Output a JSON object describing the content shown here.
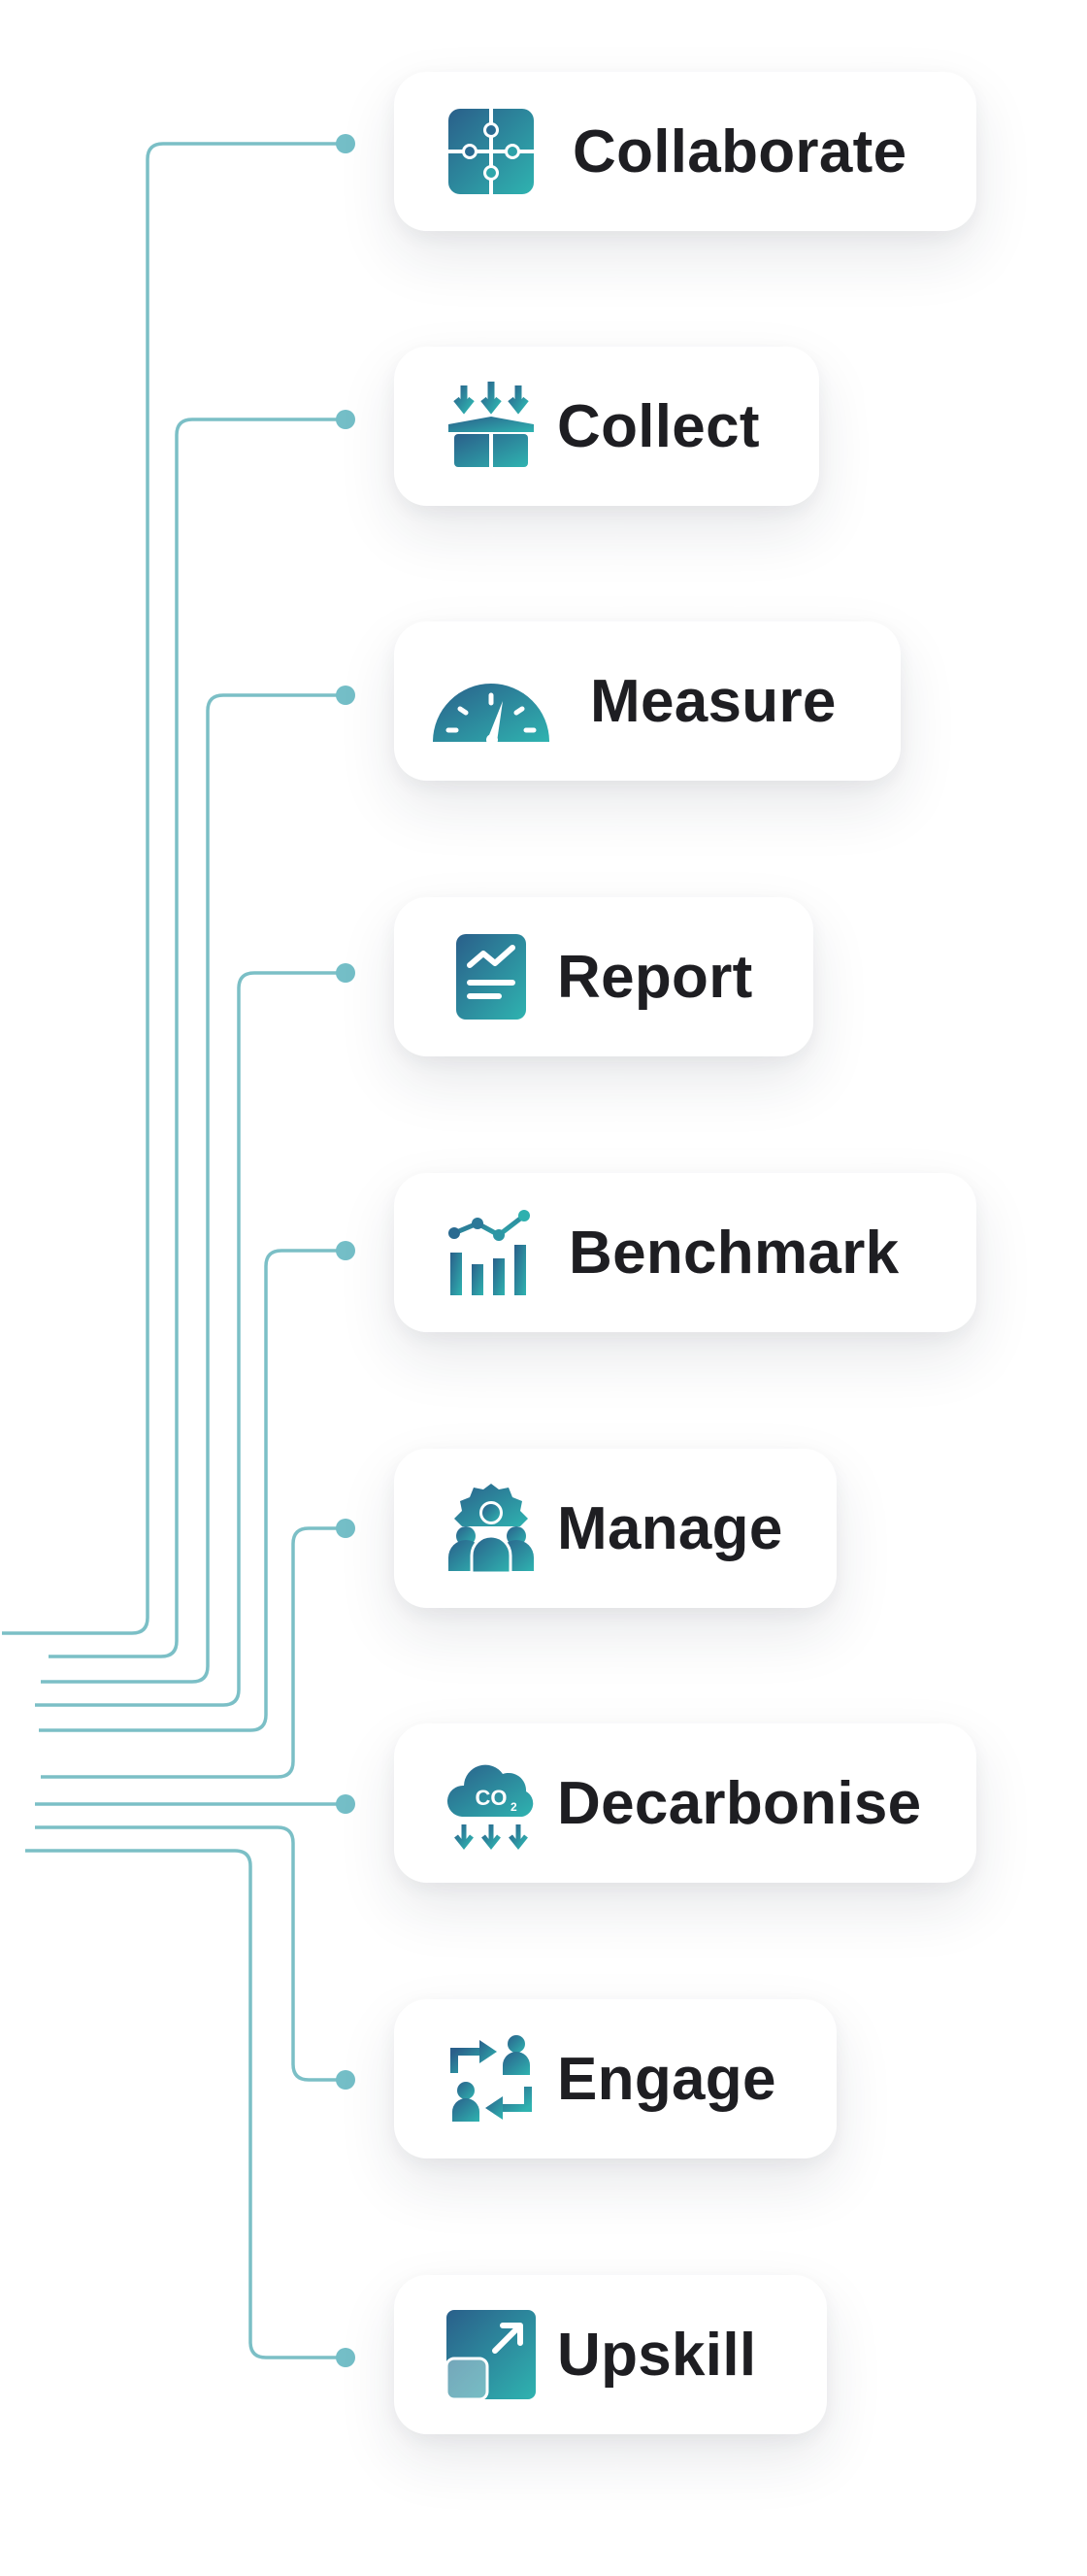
{
  "colors": {
    "line": "#7bbfc6",
    "dot": "#74bec7",
    "icon_gradient_start": "#2a5f8a",
    "icon_gradient_end": "#2fb3b0",
    "text": "#1e1e22"
  },
  "items": [
    {
      "label": "Collaborate",
      "icon": "puzzle-icon"
    },
    {
      "label": "Collect",
      "icon": "box-collect-icon"
    },
    {
      "label": "Measure",
      "icon": "gauge-icon"
    },
    {
      "label": "Report",
      "icon": "report-chart-icon"
    },
    {
      "label": "Benchmark",
      "icon": "bar-trend-icon"
    },
    {
      "label": "Manage",
      "icon": "team-gear-icon"
    },
    {
      "label": "Decarbonise",
      "icon": "co2-cloud-icon"
    },
    {
      "label": "Engage",
      "icon": "people-exchange-icon"
    },
    {
      "label": "Upskill",
      "icon": "upskill-arrow-icon"
    }
  ]
}
